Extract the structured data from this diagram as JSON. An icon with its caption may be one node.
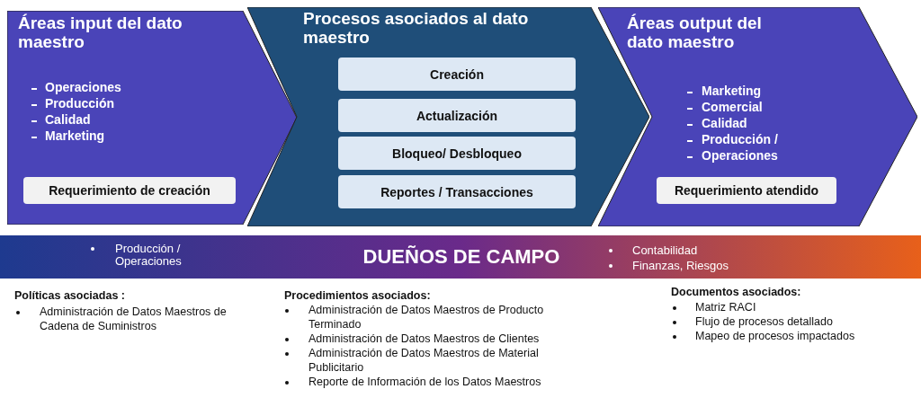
{
  "diagram": {
    "nodes": [
      {
        "text": [
          "Áreas input del dato maestro",
          "Operaciones",
          "Producción",
          "Calidad",
          "Marketing"
        ]
      },
      {
        "text": [
          "Requerimiento de creación"
        ],
        "in": 0
      },
      {
        "text": [
          "Procesos asociados al dato maestro"
        ]
      },
      {
        "text": [
          "Creación"
        ],
        "in": 2
      },
      {
        "text": [
          "Actualización"
        ],
        "in": 2
      },
      {
        "text": [
          "Bloqueo/ Desbloqueo"
        ],
        "in": 2
      },
      {
        "text": [
          "Reportes / Transacciones"
        ],
        "in": 2
      },
      {
        "text": [
          "Áreas output del dato maestro",
          "Marketing",
          "Comercial",
          "Calidad",
          "Producción /",
          "Operaciones"
        ]
      },
      {
        "text": [
          "Requerimiento atendido"
        ],
        "in": 7
      },
      {
        "text": [
          "Producción / Operaciones",
          "DUEÑOS DE CAMPO",
          "Contabilidad",
          "Finanzas, Riesgos"
        ]
      }
    ],
    "edges": [],
    "labels": [
      "Políticas asociadas :",
      "Administración de Datos Maestros de Cadena de Suministros",
      "Procedimientos asociados:",
      "Administración de Datos Maestros de Producto Terminado",
      "Administración de Datos Maestros de Clientes",
      "Administración de Datos Maestros de Material Publicitario",
      "Reporte de Información de los Datos Maestros",
      "Documentos asociados:",
      "Matriz RACI",
      "Flujo de procesos detallado",
      "Mapeo de procesos impactados"
    ]
  }
}
